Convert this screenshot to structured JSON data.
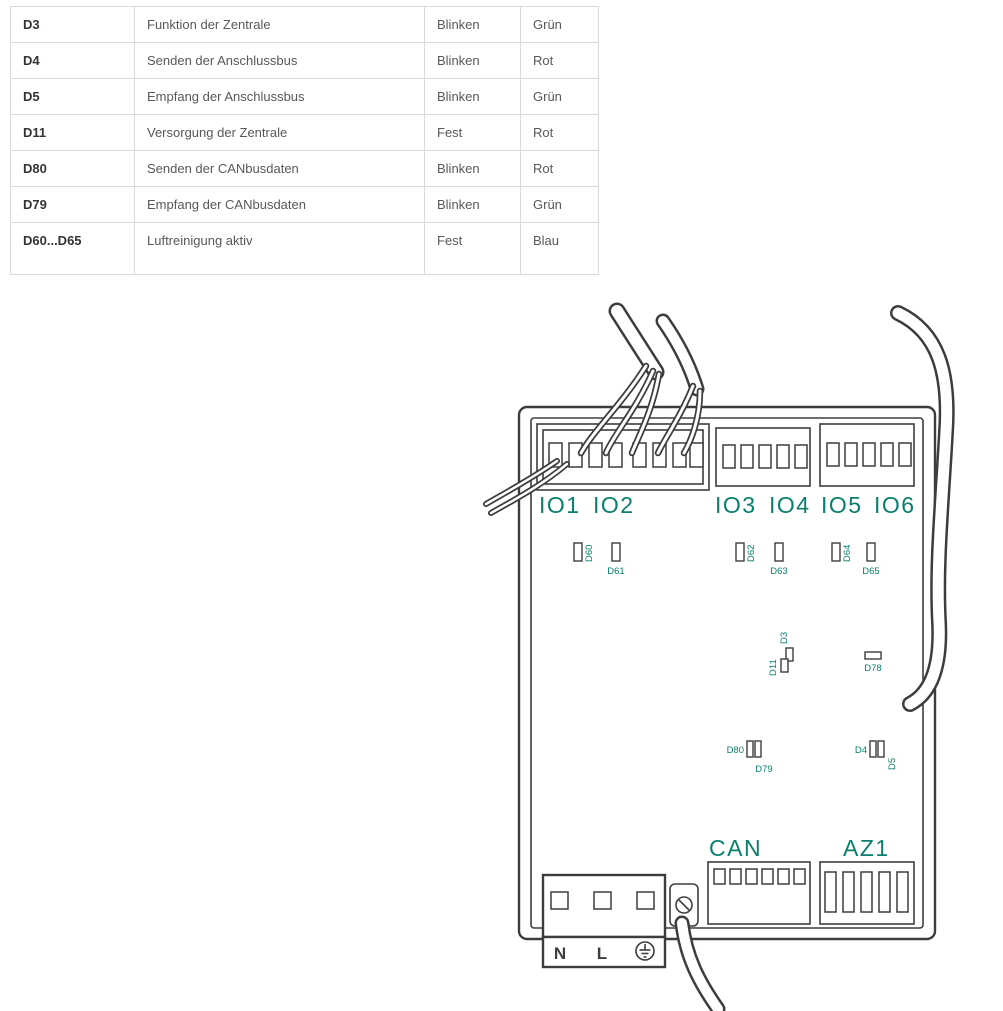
{
  "table": {
    "rows": [
      {
        "led": "D3",
        "desc": "Funktion der Zentrale",
        "mode": "Blinken",
        "color": "Grün"
      },
      {
        "led": "D4",
        "desc": "Senden der Anschlussbus",
        "mode": "Blinken",
        "color": "Rot"
      },
      {
        "led": "D5",
        "desc": "Empfang der Anschlussbus",
        "mode": "Blinken",
        "color": "Grün"
      },
      {
        "led": "D11",
        "desc": "Versorgung der Zentrale",
        "mode": "Fest",
        "color": "Rot"
      },
      {
        "led": "D80",
        "desc": "Senden der CANbusdaten",
        "mode": "Blinken",
        "color": "Rot"
      },
      {
        "led": "D79",
        "desc": "Empfang der CANbusdaten",
        "mode": "Blinken",
        "color": "Grün"
      },
      {
        "led": "D60...D65",
        "desc": "Luftreinigung aktiv",
        "mode": "Fest",
        "color": "Blau"
      }
    ]
  },
  "diagram": {
    "accent_color": "#0a7f6c",
    "line_color": "#3d3d3d",
    "io_labels": [
      "IO1",
      "IO2",
      "IO3",
      "IO4",
      "IO5",
      "IO6"
    ],
    "top_leds": [
      "D60",
      "D61",
      "D62",
      "D63",
      "D64",
      "D65"
    ],
    "center_leds": {
      "d3": "D3",
      "d11": "D11",
      "d78": "D78"
    },
    "lower_leds": {
      "d80": "D80",
      "d79": "D79",
      "d4": "D4",
      "d5": "D5"
    },
    "connector_labels": {
      "can": "CAN",
      "az1": "AZ1"
    },
    "power_labels": {
      "n": "N",
      "l": "L"
    }
  }
}
